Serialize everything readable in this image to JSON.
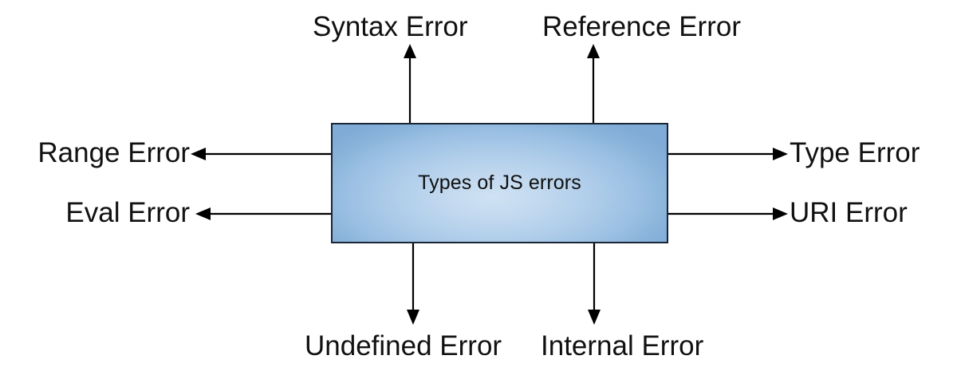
{
  "diagram": {
    "title": "Types of JS errors",
    "center_node": {
      "label": "Types of JS errors",
      "fill_center_color": "#cfe2f4",
      "fill_edge_color": "#7fabd6",
      "border_color": "#1a2536"
    },
    "arrow_color": "#000000",
    "background_color": "#ffffff",
    "nodes": [
      {
        "id": "syntax-error",
        "label": "Syntax Error",
        "direction": "up"
      },
      {
        "id": "reference-error",
        "label": "Reference Error",
        "direction": "up"
      },
      {
        "id": "range-error",
        "label": "Range Error",
        "direction": "left"
      },
      {
        "id": "eval-error",
        "label": "Eval Error",
        "direction": "left"
      },
      {
        "id": "type-error",
        "label": "Type Error",
        "direction": "right"
      },
      {
        "id": "uri-error",
        "label": "URI Error",
        "direction": "right"
      },
      {
        "id": "undefined-error",
        "label": "Undefined Error",
        "direction": "down"
      },
      {
        "id": "internal-error",
        "label": "Internal Error",
        "direction": "down"
      }
    ]
  }
}
